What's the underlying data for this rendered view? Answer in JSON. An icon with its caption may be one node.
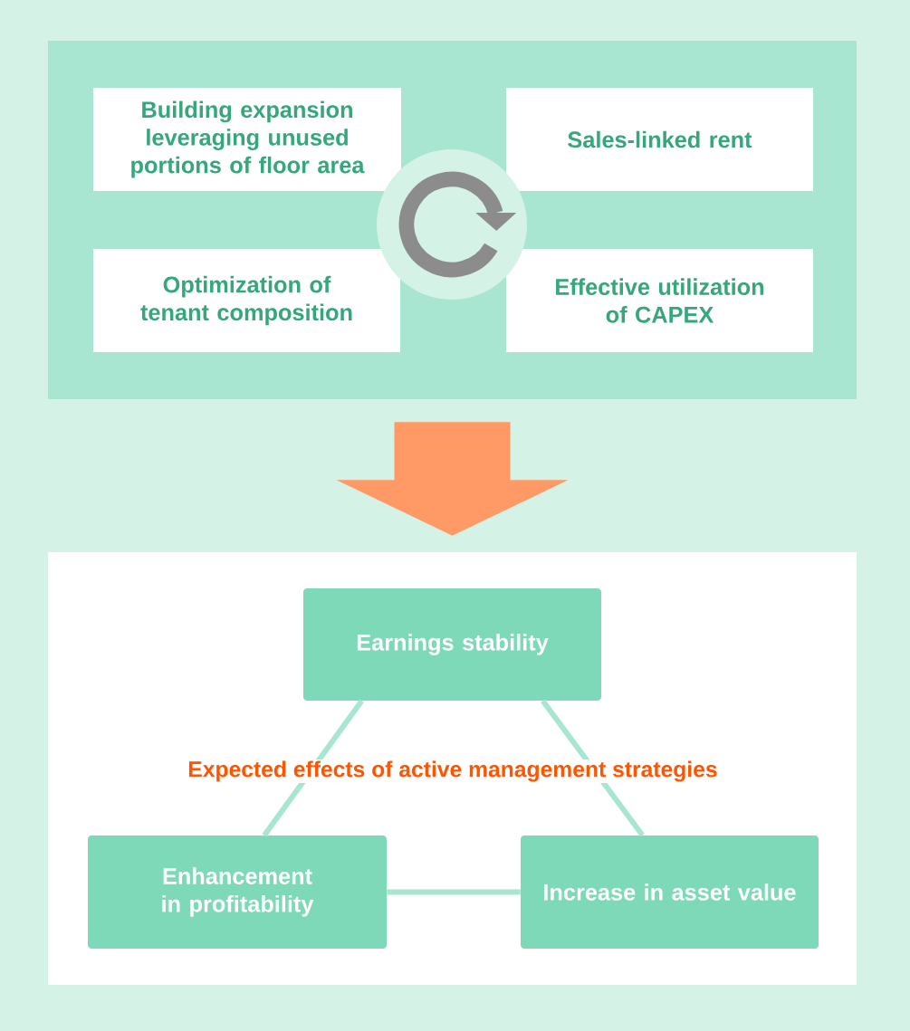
{
  "diagram": {
    "nodes": [
      {
        "text": [],
        "shape": "box"
      },
      {
        "text": [
          "Building expansion leveraging unused portions of floor area"
        ],
        "in": 0
      },
      {
        "text": [
          "Sales-linked rent"
        ],
        "in": 0
      },
      {
        "text": [
          "Optimization of tenant composition"
        ],
        "in": 0
      },
      {
        "text": [
          "Effective utilization of CAPEX"
        ],
        "in": 0
      },
      {
        "text": [],
        "shape": "box"
      },
      {
        "text": [
          "Earnings stability"
        ],
        "in": 5
      },
      {
        "text": [
          "Enhancement in profitability"
        ],
        "in": 5
      },
      {
        "text": [
          "Increase in asset value"
        ],
        "in": 5
      }
    ],
    "edges": [
      {
        "from": 0,
        "to": 5,
        "arrow": "to",
        "style": "thick",
        "color": "#ff9966"
      },
      {
        "from": 6,
        "to": 7,
        "arrow": "none"
      },
      {
        "from": 6,
        "to": 8,
        "arrow": "none"
      },
      {
        "from": 7,
        "to": 8,
        "arrow": "none"
      }
    ],
    "labels": [
      "Expected effects of active management strategies"
    ]
  }
}
